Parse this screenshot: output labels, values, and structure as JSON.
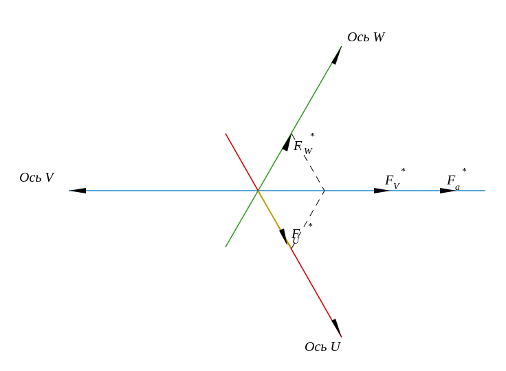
{
  "diagram": {
    "axes": {
      "u": {
        "label": "Ось U",
        "color": "#d40000"
      },
      "v": {
        "label": "Ось V",
        "color": "#1e88c8"
      },
      "w": {
        "label": "Ось W",
        "color": "#3a9a2a"
      }
    },
    "vectors": {
      "fu": {
        "main": "F",
        "sub": "U",
        "sup": "*"
      },
      "fv": {
        "main": "F",
        "sub": "V",
        "sup": "*"
      },
      "fw": {
        "main": "F",
        "sub": "W",
        "sup": "*"
      },
      "fa": {
        "main": "F",
        "sub": "a",
        "sup": "*"
      }
    },
    "segment_colors": {
      "u_segment": "#b8a400"
    }
  }
}
